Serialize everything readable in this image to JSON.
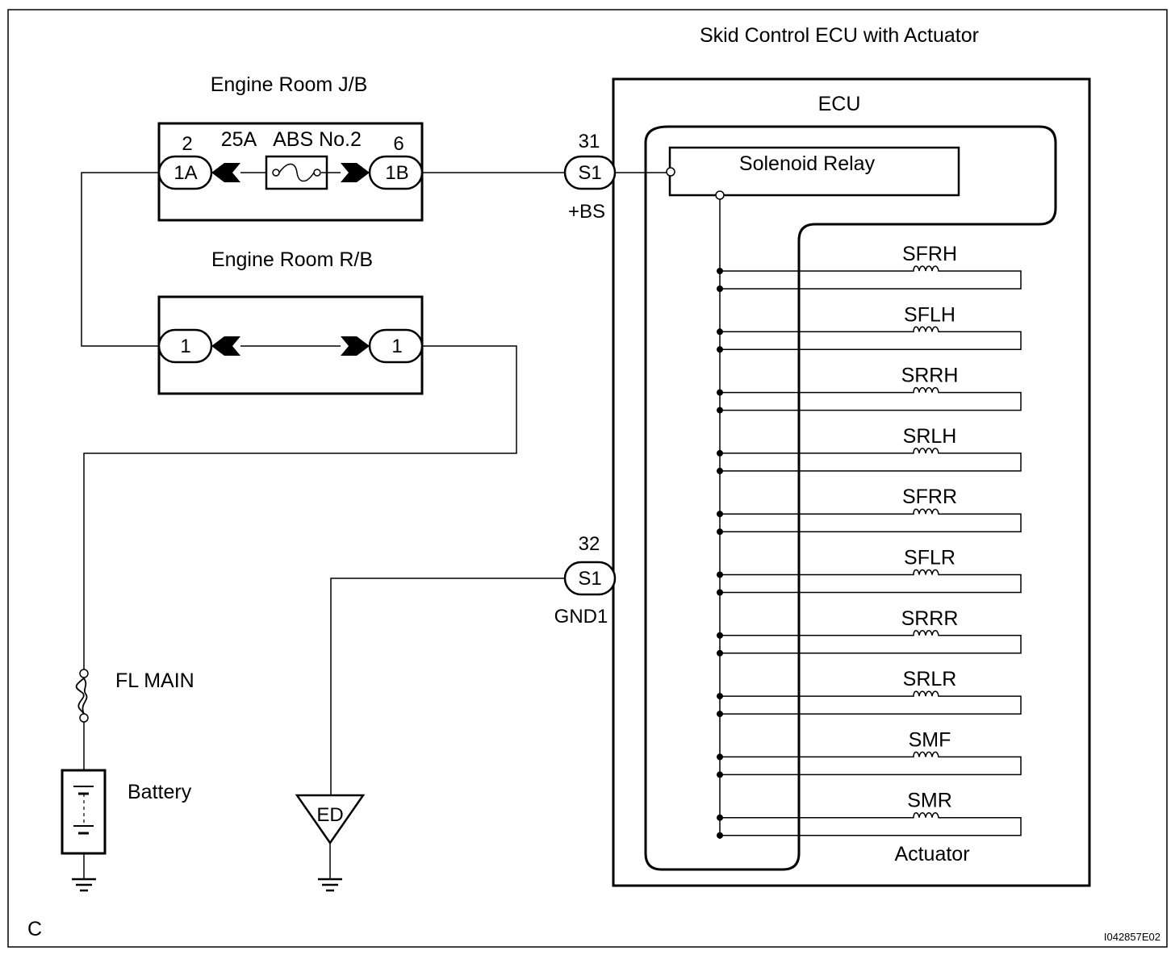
{
  "title": "Skid Control ECU with Actuator",
  "ecu_label": "ECU",
  "actuator_label": "Actuator",
  "solenoid_relay_label": "Solenoid Relay",
  "jb": {
    "title": "Engine Room J/B",
    "fuse_amp": "25A",
    "fuse_name": "ABS No.2",
    "pin_left_num": "2",
    "pin_left": "1A",
    "pin_right_num": "6",
    "pin_right": "1B"
  },
  "rb": {
    "title": "Engine Room R/B",
    "pin_left": "1",
    "pin_right": "1"
  },
  "ecu_pins": [
    {
      "num": "31",
      "connector": "S1",
      "name": "+BS"
    },
    {
      "num": "32",
      "connector": "S1",
      "name": "GND1"
    }
  ],
  "solenoids": [
    "SFRH",
    "SFLH",
    "SRRH",
    "SRLH",
    "SFRR",
    "SFLR",
    "SRRR",
    "SRLR",
    "SMF",
    "SMR"
  ],
  "fl_main": "FL MAIN",
  "battery": "Battery",
  "ground": "ED",
  "corner_letter": "C",
  "figure_code": "I042857E02"
}
